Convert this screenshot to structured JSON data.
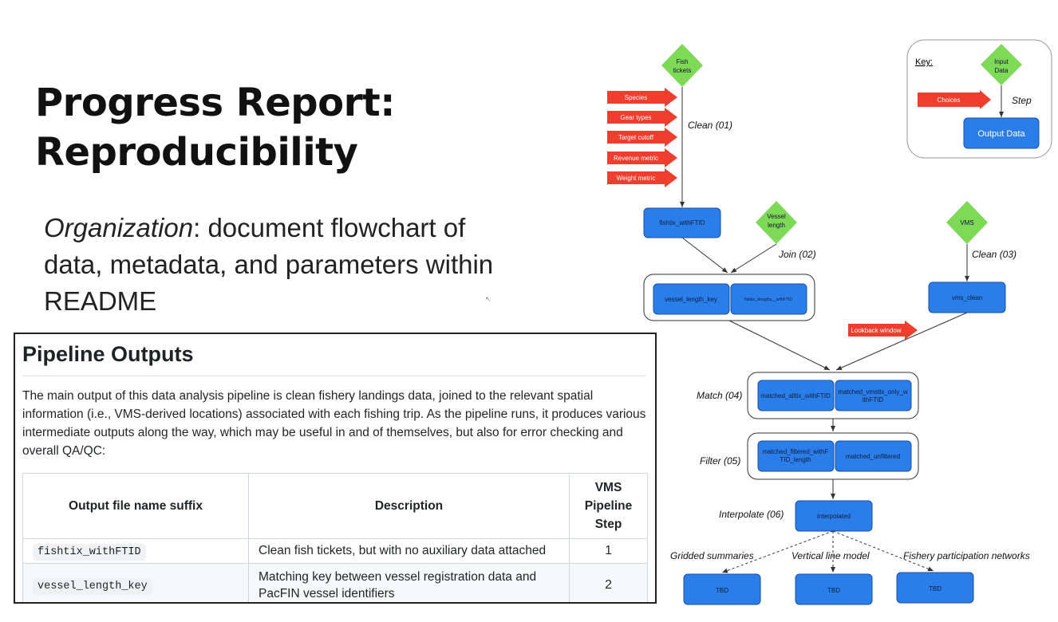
{
  "slide": {
    "title_line1": "Progress Report:",
    "title_line2": "Reproducibility",
    "subtitle_italic": "Organization",
    "subtitle_rest": ": document flowchart of data, metadata, and parameters within README"
  },
  "readme": {
    "heading": "Pipeline Outputs",
    "paragraph": "The main output of this data analysis pipeline is clean fishery landings data, joined to the relevant spatial information (i.e., VMS-derived locations) associated with each fishing trip. As the pipeline runs, it produces various intermediate outputs along the way, which may be useful in and of themselves, but also for error checking and overall QA/QC:",
    "columns": [
      "Output file name suffix",
      "Description",
      "VMS Pipeline Step"
    ],
    "rows": [
      {
        "suffix": "fishtix_withFTID",
        "description": "Clean fish tickets, but with no auxiliary data attached",
        "step": "1"
      },
      {
        "suffix": "vessel_length_key",
        "description": "Matching key between vessel registration data and PacFIN vessel identifiers",
        "step": "2"
      }
    ]
  },
  "flowchart": {
    "key": {
      "title": "Key:",
      "input_line1": "Input",
      "input_line2": "Data",
      "choices": "Choices",
      "step": "Step",
      "output": "Output Data"
    },
    "inputs": {
      "fish_tickets_1": "Fish",
      "fish_tickets_2": "tickets",
      "vessel_length_1": "Vessel",
      "vessel_length_2": "length",
      "vms": "VMS"
    },
    "choices": {
      "species": "Species",
      "gear_types": "Gear types",
      "target_cutoff": "Target cutoff",
      "revenue_metric": "Revenue metric",
      "weight_metric": "Weight metric",
      "lookback_window": "Lookback window"
    },
    "steps": {
      "clean01": "Clean (01)",
      "join02": "Join (02)",
      "clean03": "Clean (03)",
      "match04": "Match (04)",
      "filter05": "Filter (05)",
      "interpolate06": "Interpolate (06)",
      "gridded": "Gridded summaries",
      "vertical": "Vertical line model",
      "fishery": "Fishery participation networks"
    },
    "outputs": {
      "fishtix_withFTID": "fishtix_withFTID",
      "vessel_length_key": "vessel_length_key",
      "fishtix_vlengths": "fishtix_vlengths__withFTID",
      "vms_clean": "vms_clean",
      "matched_alltix": "matched_alltix_withFTID",
      "matched_vmstix_1": "matched_vmstix_only_w",
      "matched_vmstix_2": "ithFTID",
      "matched_filtered_1": "matched_filtered_withF",
      "matched_filtered_2": "TID_length",
      "matched_unfiltered": "matched_unfiltered",
      "interpolated": "interpolated",
      "tbd1": "TBD",
      "tbd2": "TBD",
      "tbd3": "TBD"
    },
    "colors": {
      "box": "#2b7de9",
      "diamond": "#7ed957",
      "choice": "#ef3e2d"
    }
  }
}
